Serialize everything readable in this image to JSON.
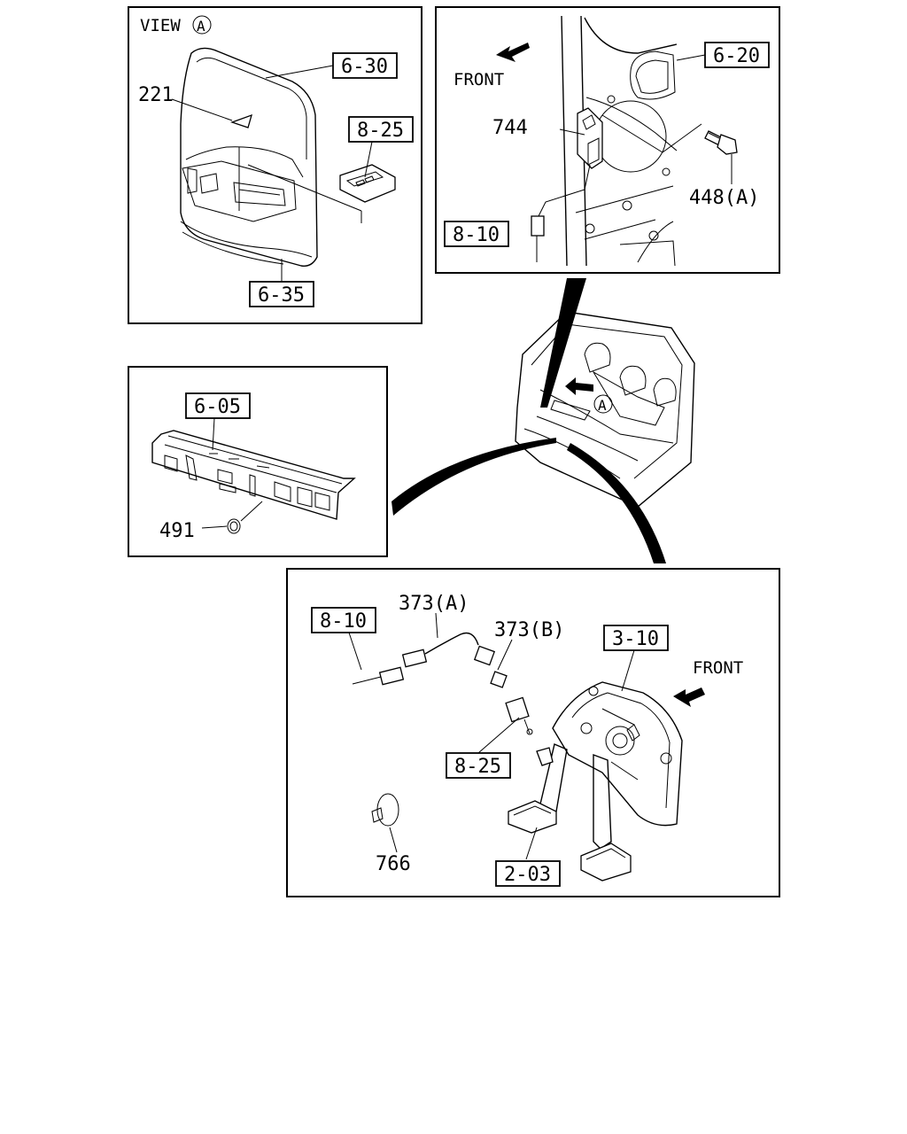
{
  "view_title": "VIEW",
  "view_marker": "A",
  "directions": {
    "front_top": "FRONT",
    "front_bottom": "FRONT"
  },
  "refs": {
    "r6_30": "6-30",
    "r8_25_top": "8-25",
    "r6_35": "6-35",
    "r6_20": "6-20",
    "r8_10_top": "8-10",
    "r6_05": "6-05",
    "r8_10_bottom": "8-10",
    "r3_10": "3-10",
    "r8_25_bottom": "8-25",
    "r2_03": "2-03"
  },
  "parts": {
    "p221": "221",
    "p744": "744",
    "p448a": "448(A)",
    "p491": "491",
    "p373a": "373(A)",
    "p373b": "373(B)",
    "p766": "766"
  }
}
